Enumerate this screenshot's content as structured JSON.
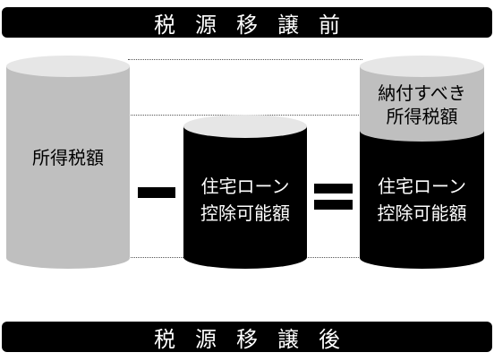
{
  "banner_before": {
    "label": "税源移譲前"
  },
  "banner_after": {
    "label": "税源移譲後"
  },
  "income_tax_cylinder": {
    "label": "所得税額"
  },
  "loan_deduction_cylinder": {
    "line1": "住宅ローン",
    "line2": "控除可能額"
  },
  "result_cylinder": {
    "payable": {
      "line1": "納付すべき",
      "line2": "所得税額"
    },
    "deduction": {
      "line1": "住宅ローン",
      "line2": "控除可能額"
    }
  },
  "colors": {
    "gray": "#bfbfbf",
    "light_gray": "#e6e6e6",
    "black": "#000000",
    "white": "#ffffff"
  }
}
